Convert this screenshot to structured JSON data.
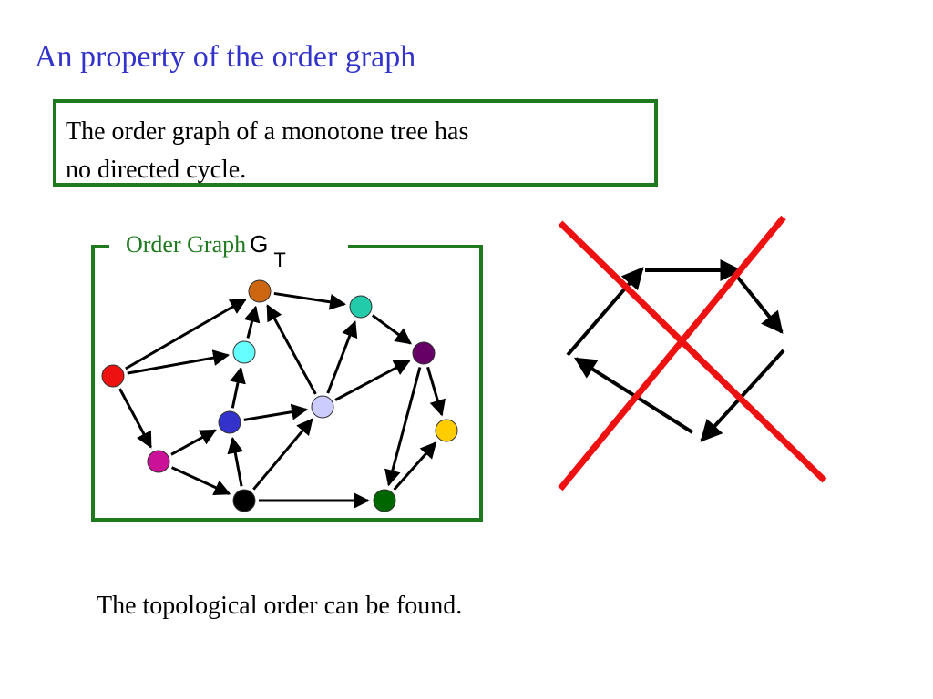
{
  "slide": {
    "title": "An property of the order graph",
    "theorem_lines": [
      "The order graph of a monotone tree has",
      "no directed cycle."
    ],
    "caption": "The topological order can be found."
  },
  "order_graph": {
    "label": "Order Graph",
    "symbol": "G",
    "subscript": "T",
    "frame_color": "#1f7a1f",
    "nodes": [
      {
        "id": "red",
        "color": "#ee1111"
      },
      {
        "id": "orange",
        "color": "#cc6611"
      },
      {
        "id": "cyan",
        "color": "#66ffff"
      },
      {
        "id": "teal",
        "color": "#22ccaa"
      },
      {
        "id": "purple",
        "color": "#660066"
      },
      {
        "id": "lavender",
        "color": "#ccccff"
      },
      {
        "id": "blue",
        "color": "#3333cc"
      },
      {
        "id": "magenta",
        "color": "#cc1199"
      },
      {
        "id": "yellow",
        "color": "#ffcc00"
      },
      {
        "id": "black",
        "color": "#000000"
      },
      {
        "id": "darkgreen",
        "color": "#006600"
      }
    ],
    "edges": [
      [
        "red",
        "orange"
      ],
      [
        "red",
        "cyan"
      ],
      [
        "red",
        "magenta"
      ],
      [
        "magenta",
        "blue"
      ],
      [
        "magenta",
        "black"
      ],
      [
        "black",
        "blue"
      ],
      [
        "black",
        "lavender"
      ],
      [
        "black",
        "darkgreen"
      ],
      [
        "blue",
        "cyan"
      ],
      [
        "blue",
        "lavender"
      ],
      [
        "cyan",
        "orange"
      ],
      [
        "lavender",
        "orange"
      ],
      [
        "lavender",
        "teal"
      ],
      [
        "lavender",
        "purple"
      ],
      [
        "orange",
        "teal"
      ],
      [
        "teal",
        "purple"
      ],
      [
        "purple",
        "yellow"
      ],
      [
        "purple",
        "darkgreen"
      ],
      [
        "darkgreen",
        "yellow"
      ]
    ]
  },
  "cycle_example": {
    "arrow_color": "#000000",
    "cross_color": "#ee1111"
  }
}
